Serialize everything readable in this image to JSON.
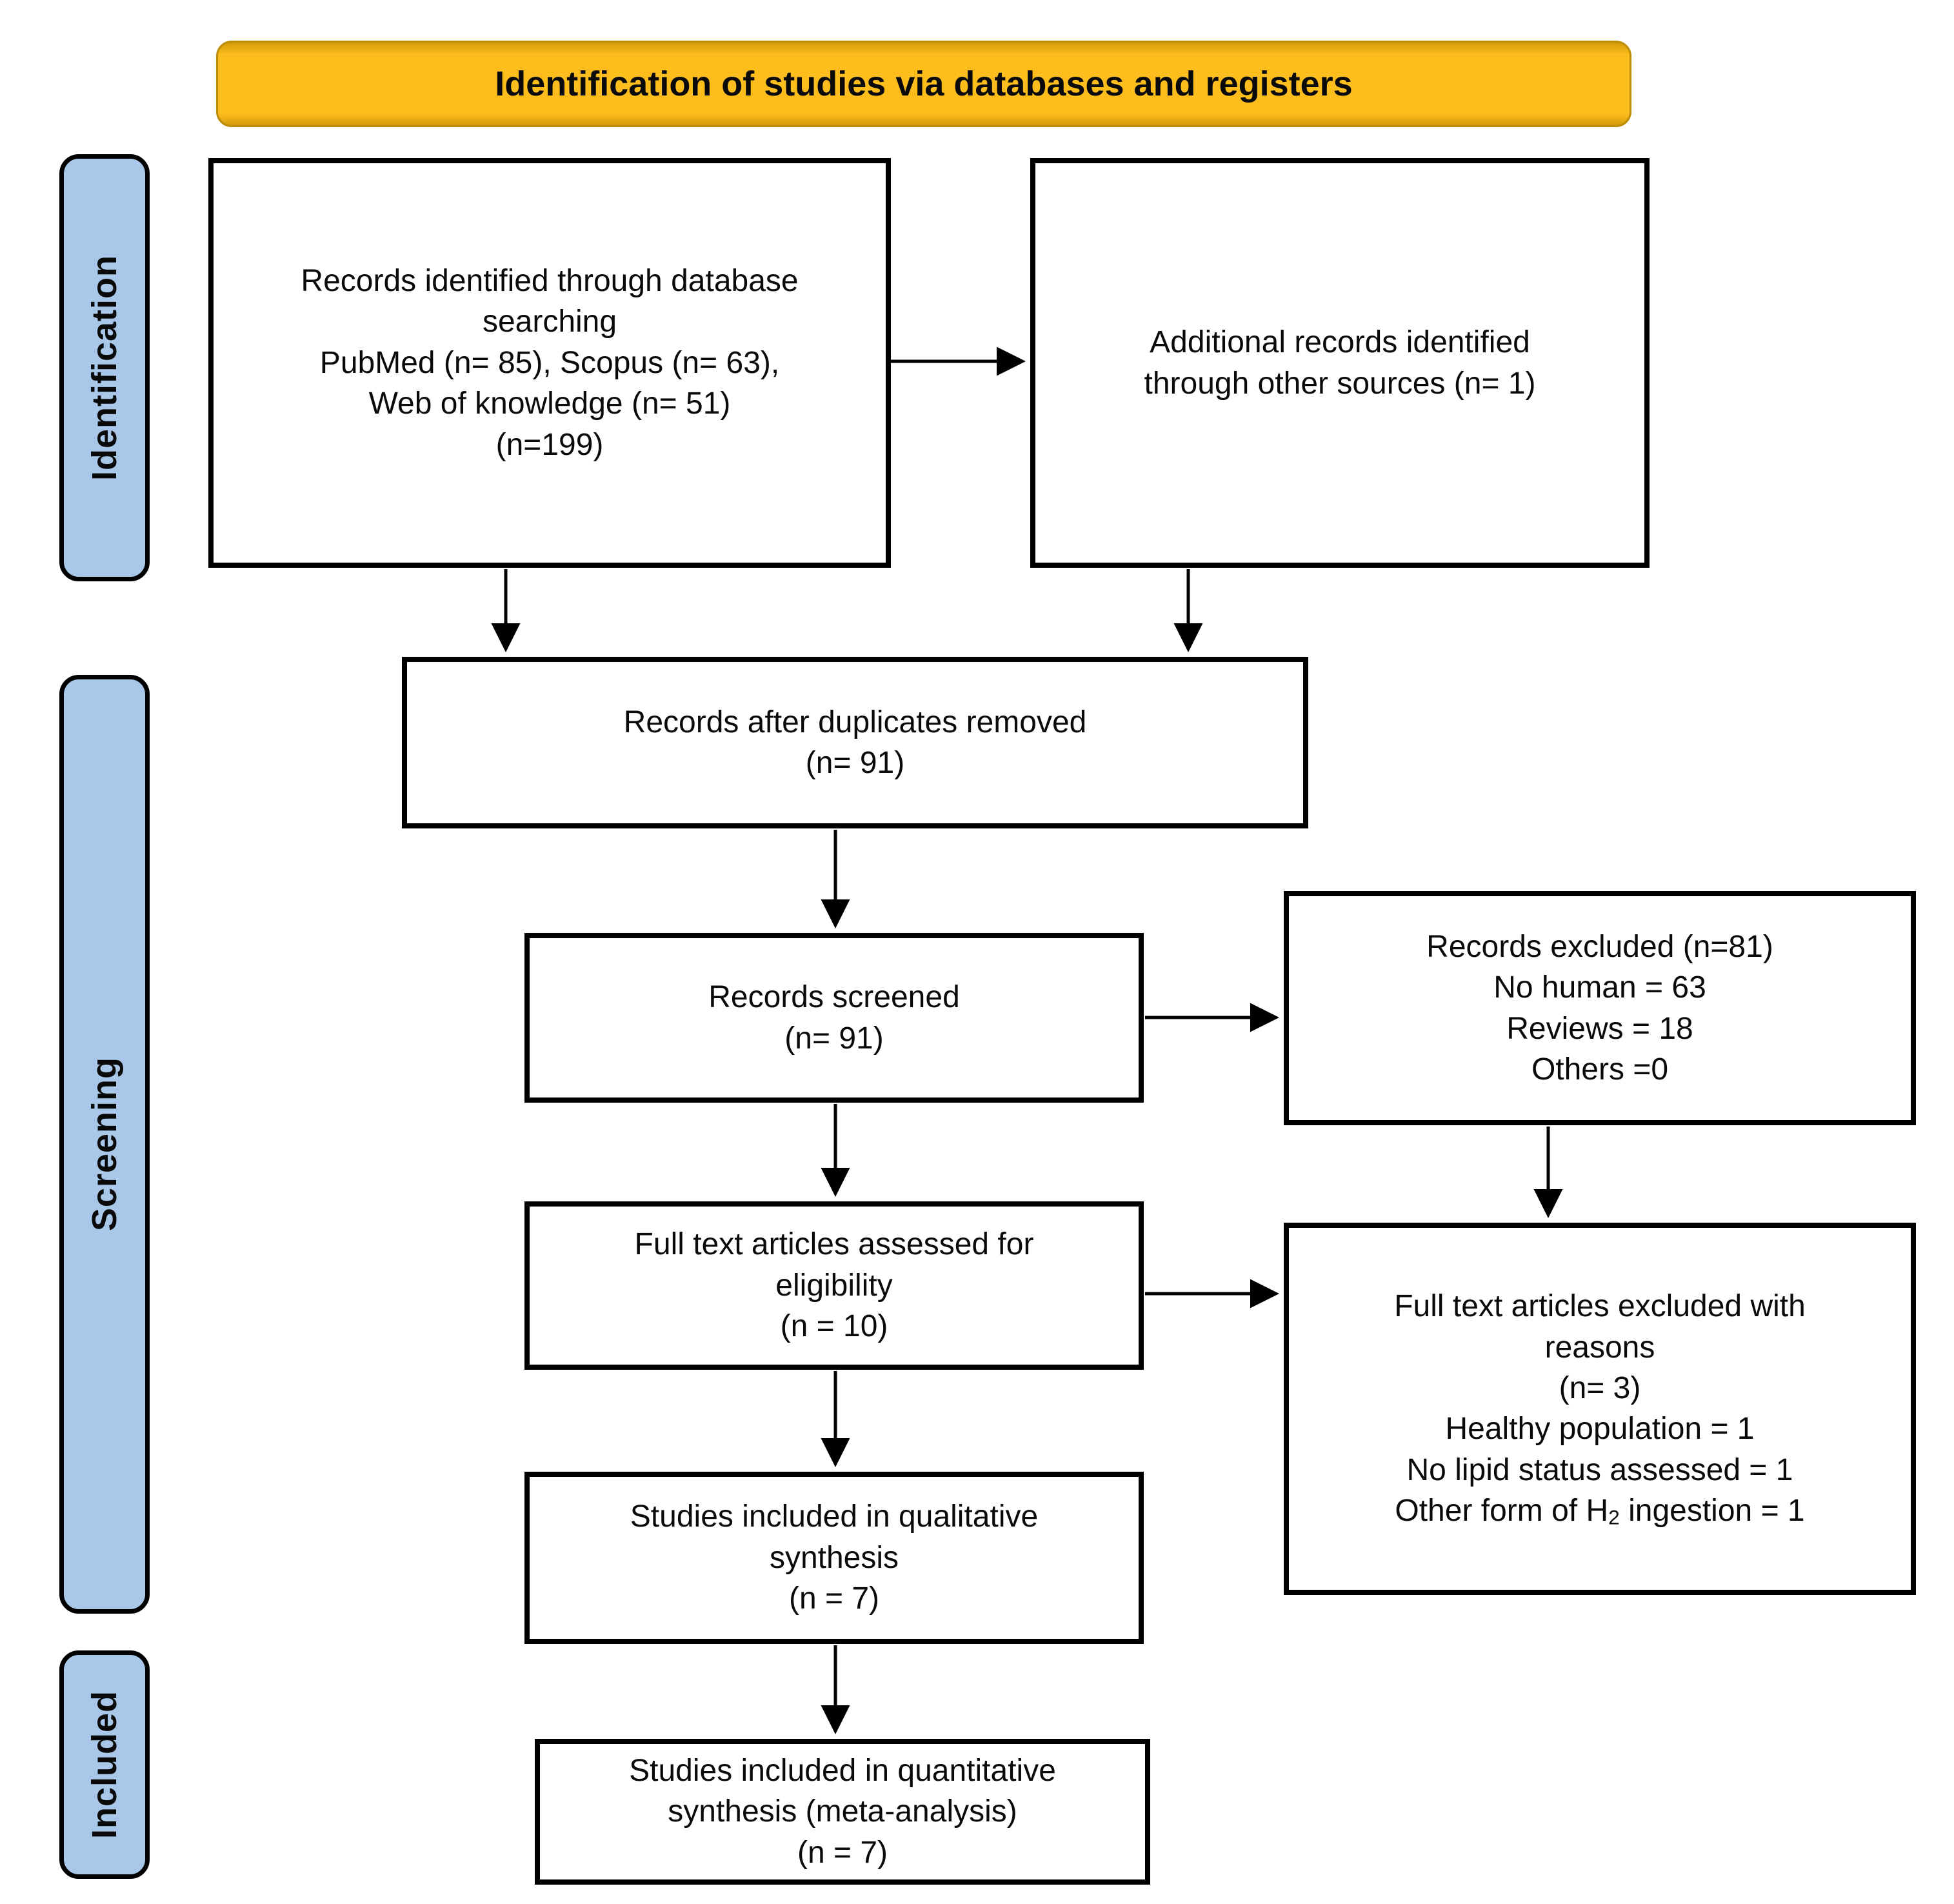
{
  "banner": {
    "title": "Identification of studies via databases and registers"
  },
  "sidebar": {
    "identification": "Identification",
    "screening": "Screening",
    "included": "Included"
  },
  "boxes": {
    "db_search": {
      "lines": [
        "Records identified through database",
        "searching",
        "PubMed (n= 85), Scopus (n= 63),",
        "Web of knowledge (n= 51)",
        "(n=199)"
      ]
    },
    "other_sources": {
      "lines": [
        "Additional records identified",
        "through other sources (n= 1)"
      ]
    },
    "duplicates_removed": {
      "lines": [
        "Records after duplicates removed",
        "(n= 91)"
      ]
    },
    "records_screened": {
      "lines": [
        "Records screened",
        "(n= 91)"
      ]
    },
    "records_excluded": {
      "lines": [
        "Records excluded (n=81)",
        "No human = 63",
        "Reviews = 18",
        "Others =0"
      ]
    },
    "fulltext_assessed": {
      "lines": [
        "Full text articles assessed for",
        "eligibility",
        "(n = 10)"
      ]
    },
    "fulltext_excluded": {
      "lines": [
        "Full text articles excluded with",
        "reasons",
        "(n= 3)",
        "Healthy population = 1",
        "No lipid status assessed = 1",
        {
          "parts": [
            {
              "t": "Other form of H"
            },
            {
              "t": "2",
              "sub": true
            },
            {
              "t": " ingestion = 1"
            }
          ]
        }
      ]
    },
    "qualitative": {
      "lines": [
        "Studies included in qualitative",
        "synthesis",
        "(n = 7)"
      ]
    },
    "quantitative": {
      "lines": [
        "Studies included in quantitative",
        "synthesis (meta-analysis)",
        "(n = 7)"
      ]
    }
  },
  "colors": {
    "banner_fill": "#FCBD1D",
    "banner_edge": "#D29B0C",
    "banner_border": "#BE8D08",
    "sidebar_fill": "#A9C8E9"
  }
}
